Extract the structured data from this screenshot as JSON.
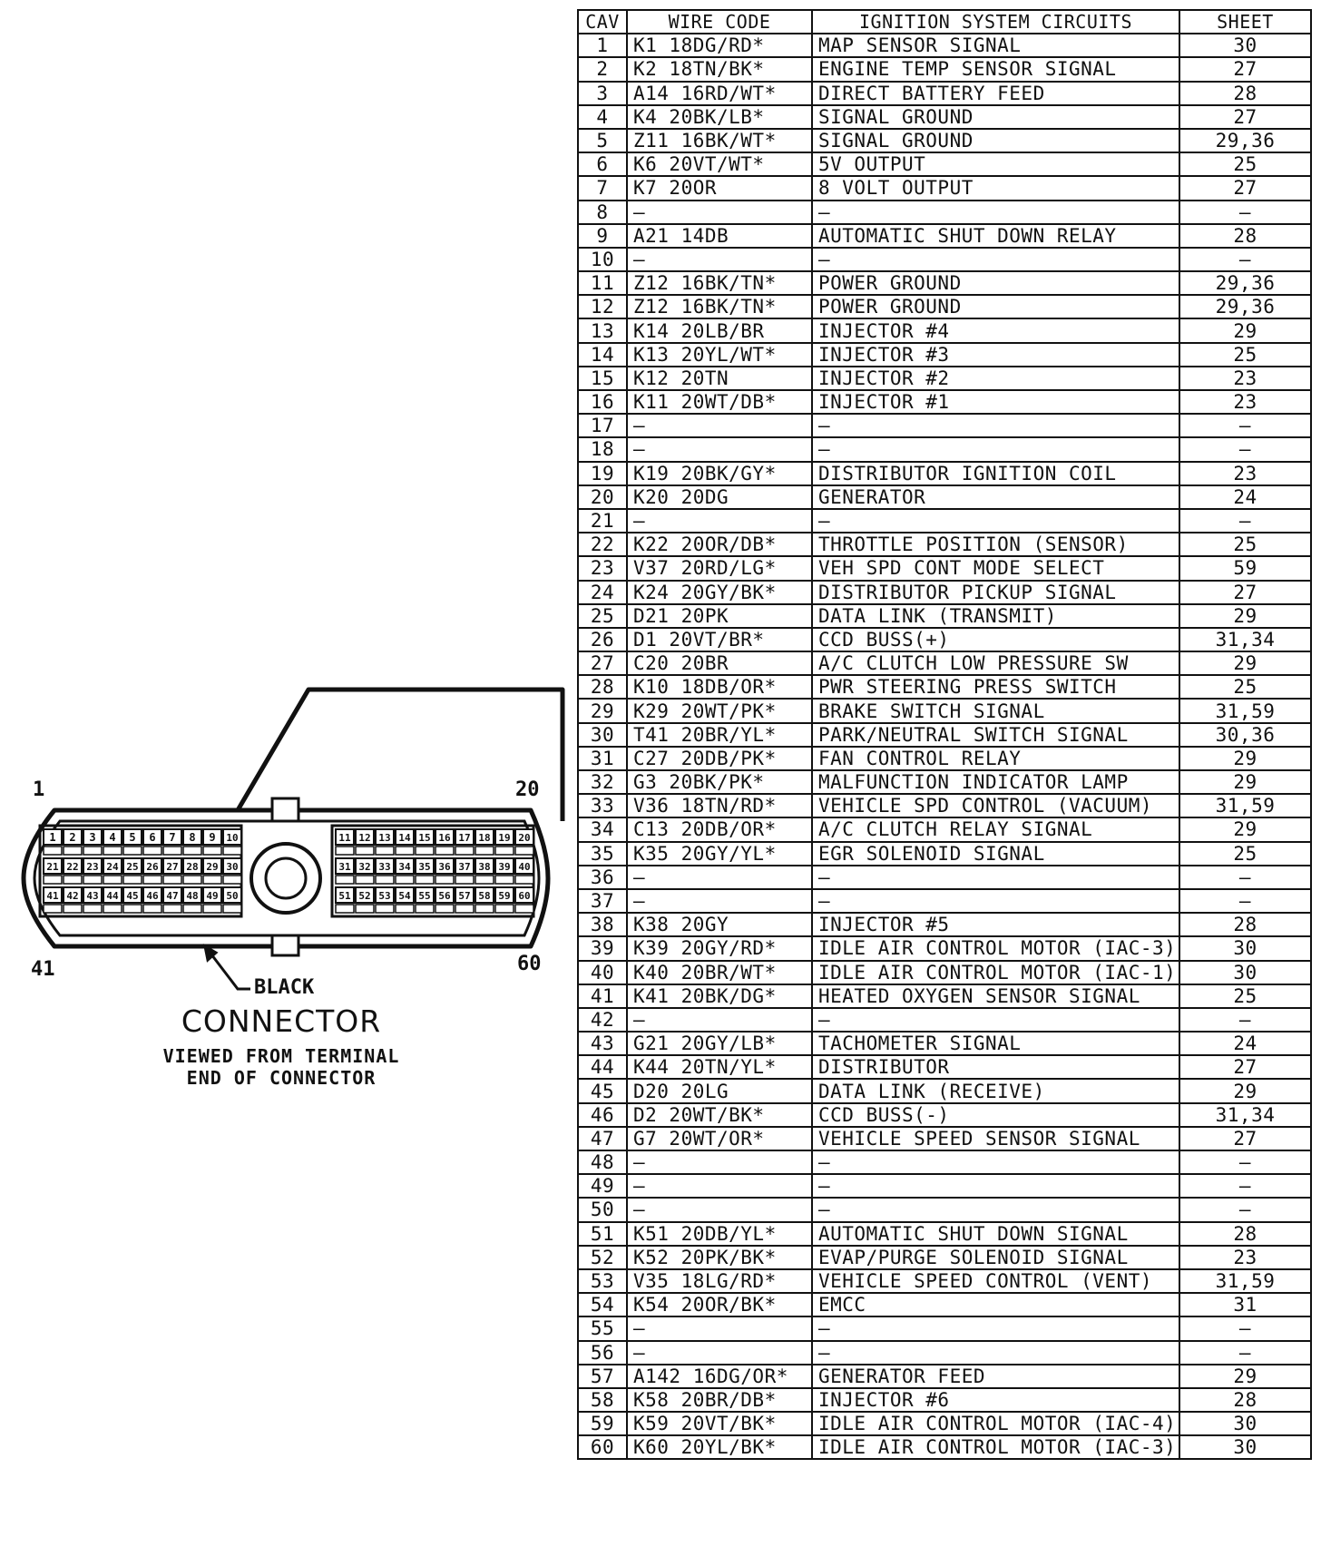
{
  "connector": {
    "pin_label_1": "1",
    "pin_label_20": "20",
    "pin_label_41": "41",
    "pin_label_60": "60",
    "color_label": "BLACK",
    "caption": "CONNECTOR",
    "caption_view_line1": "VIEWED FROM TERMINAL",
    "caption_view_line2": "END OF CONNECTOR",
    "pins": [
      "1",
      "2",
      "3",
      "4",
      "5",
      "6",
      "7",
      "8",
      "9",
      "10",
      "11",
      "12",
      "13",
      "14",
      "15",
      "16",
      "17",
      "18",
      "19",
      "20",
      "21",
      "22",
      "23",
      "24",
      "25",
      "26",
      "27",
      "28",
      "29",
      "30",
      "31",
      "32",
      "33",
      "34",
      "35",
      "36",
      "37",
      "38",
      "39",
      "40",
      "41",
      "42",
      "43",
      "44",
      "45",
      "46",
      "47",
      "48",
      "49",
      "50",
      "51",
      "52",
      "53",
      "54",
      "55",
      "56",
      "57",
      "58",
      "59",
      "60"
    ]
  },
  "table": {
    "headers": [
      "CAV",
      "WIRE CODE",
      "IGNITION SYSTEM CIRCUITS",
      "SHEET"
    ],
    "rows": [
      [
        "1",
        "K1 18DG/RD*",
        "MAP SENSOR SIGNAL",
        "30"
      ],
      [
        "2",
        "K2 18TN/BK*",
        "ENGINE TEMP SENSOR SIGNAL",
        "27"
      ],
      [
        "3",
        "A14 16RD/WT*",
        "DIRECT BATTERY FEED",
        "28"
      ],
      [
        "4",
        "K4 20BK/LB*",
        "SIGNAL GROUND",
        "27"
      ],
      [
        "5",
        "Z11 16BK/WT*",
        "SIGNAL GROUND",
        "29,36"
      ],
      [
        "6",
        "K6 20VT/WT*",
        "5V OUTPUT",
        "25"
      ],
      [
        "7",
        "K7 20OR",
        "8 VOLT OUTPUT",
        "27"
      ],
      [
        "8",
        "—",
        "—",
        "—"
      ],
      [
        "9",
        "A21 14DB",
        "AUTOMATIC SHUT DOWN RELAY",
        "28"
      ],
      [
        "10",
        "—",
        "—",
        "—"
      ],
      [
        "11",
        "Z12 16BK/TN*",
        "POWER GROUND",
        "29,36"
      ],
      [
        "12",
        "Z12 16BK/TN*",
        "POWER GROUND",
        "29,36"
      ],
      [
        "13",
        "K14 20LB/BR",
        "INJECTOR #4",
        "29"
      ],
      [
        "14",
        "K13 20YL/WT*",
        "INJECTOR #3",
        "25"
      ],
      [
        "15",
        "K12 20TN",
        "INJECTOR #2",
        "23"
      ],
      [
        "16",
        "K11 20WT/DB*",
        "INJECTOR #1",
        "23"
      ],
      [
        "17",
        "—",
        "—",
        "—"
      ],
      [
        "18",
        "—",
        "—",
        "—"
      ],
      [
        "19",
        "K19 20BK/GY*",
        "DISTRIBUTOR IGNITION COIL",
        "23"
      ],
      [
        "20",
        "K20 20DG",
        "GENERATOR",
        "24"
      ],
      [
        "21",
        "—",
        "—",
        "—"
      ],
      [
        "22",
        "K22 20OR/DB*",
        "THROTTLE POSITION (SENSOR)",
        "25"
      ],
      [
        "23",
        "V37 20RD/LG*",
        "VEH SPD CONT MODE SELECT",
        "59"
      ],
      [
        "24",
        "K24 20GY/BK*",
        "DISTRIBUTOR PICKUP SIGNAL",
        "27"
      ],
      [
        "25",
        "D21 20PK",
        "DATA LINK (TRANSMIT)",
        "29"
      ],
      [
        "26",
        "D1 20VT/BR*",
        "CCD BUSS(+)",
        "31,34"
      ],
      [
        "27",
        "C20 20BR",
        "A/C CLUTCH LOW PRESSURE SW",
        "29"
      ],
      [
        "28",
        "K10 18DB/OR*",
        "PWR STEERING PRESS SWITCH",
        "25"
      ],
      [
        "29",
        "K29 20WT/PK*",
        "BRAKE SWITCH SIGNAL",
        "31,59"
      ],
      [
        "30",
        "T41 20BR/YL*",
        "PARK/NEUTRAL SWITCH SIGNAL",
        "30,36"
      ],
      [
        "31",
        "C27 20DB/PK*",
        "FAN CONTROL RELAY",
        "29"
      ],
      [
        "32",
        "G3 20BK/PK*",
        "MALFUNCTION INDICATOR LAMP",
        "29"
      ],
      [
        "33",
        "V36 18TN/RD*",
        "VEHICLE SPD CONTROL (VACUUM)",
        "31,59"
      ],
      [
        "34",
        "C13 20DB/OR*",
        "A/C CLUTCH RELAY SIGNAL",
        "29"
      ],
      [
        "35",
        "K35 20GY/YL*",
        "EGR SOLENOID SIGNAL",
        "25"
      ],
      [
        "36",
        "—",
        "—",
        "—"
      ],
      [
        "37",
        "—",
        "—",
        "—"
      ],
      [
        "38",
        "K38 20GY",
        "INJECTOR #5",
        "28"
      ],
      [
        "39",
        "K39 20GY/RD*",
        "IDLE AIR CONTROL MOTOR (IAC-3)",
        "30"
      ],
      [
        "40",
        "K40 20BR/WT*",
        "IDLE AIR CONTROL MOTOR (IAC-1)",
        "30"
      ],
      [
        "41",
        "K41 20BK/DG*",
        "HEATED OXYGEN SENSOR SIGNAL",
        "25"
      ],
      [
        "42",
        "—",
        "—",
        "—"
      ],
      [
        "43",
        "G21 20GY/LB*",
        "TACHOMETER SIGNAL",
        "24"
      ],
      [
        "44",
        "K44 20TN/YL*",
        "DISTRIBUTOR",
        "27"
      ],
      [
        "45",
        "D20 20LG",
        "DATA LINK (RECEIVE)",
        "29"
      ],
      [
        "46",
        "D2 20WT/BK*",
        "CCD BUSS(-)",
        "31,34"
      ],
      [
        "47",
        "G7 20WT/OR*",
        "VEHICLE SPEED SENSOR SIGNAL",
        "27"
      ],
      [
        "48",
        "—",
        "—",
        "—"
      ],
      [
        "49",
        "—",
        "—",
        "—"
      ],
      [
        "50",
        "—",
        "—",
        "—"
      ],
      [
        "51",
        "K51 20DB/YL*",
        "AUTOMATIC SHUT DOWN SIGNAL",
        "28"
      ],
      [
        "52",
        "K52 20PK/BK*",
        "EVAP/PURGE SOLENOID SIGNAL",
        "23"
      ],
      [
        "53",
        "V35 18LG/RD*",
        "VEHICLE SPEED CONTROL (VENT)",
        "31,59"
      ],
      [
        "54",
        "K54 20OR/BK*",
        "EMCC",
        "31"
      ],
      [
        "55",
        "—",
        "—",
        "—"
      ],
      [
        "56",
        "—",
        "—",
        "—"
      ],
      [
        "57",
        "A142 16DG/OR*",
        "GENERATOR FEED",
        "29"
      ],
      [
        "58",
        "K58 20BR/DB*",
        "INJECTOR #6",
        "28"
      ],
      [
        "59",
        "K59 20VT/BK*",
        "IDLE AIR CONTROL MOTOR (IAC-4)",
        "30"
      ],
      [
        "60",
        "K60 20YL/BK*",
        "IDLE AIR CONTROL MOTOR (IAC-3)",
        "30"
      ]
    ]
  }
}
